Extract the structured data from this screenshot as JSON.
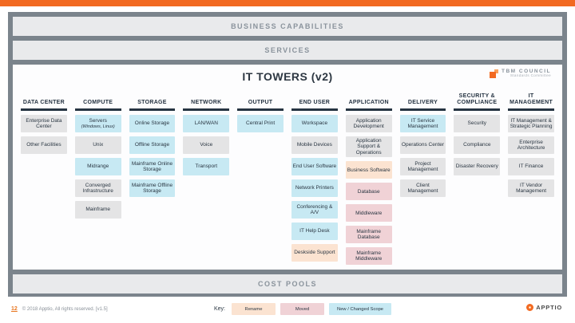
{
  "bands": {
    "business_capabilities": "BUSINESS CAPABILITIES",
    "services": "SERVICES",
    "cost_pools": "COST POOLS"
  },
  "towers_section": {
    "title": "IT TOWERS (v2)",
    "logo_text": "TBM COUNCIL",
    "logo_subtext": "Standards Committee"
  },
  "colors": {
    "accent_orange": "#f26a22",
    "frame_slate": "#7b848c",
    "band_gray": "#e9eaec",
    "cell_gray": "#e4e4e5",
    "cell_blue_new_changed_scope": "#c7e9f3",
    "cell_peach_rename": "#fbe3d1",
    "cell_pink_moved": "#f0d2d6",
    "text_dark": "#2a3642"
  },
  "towers": [
    {
      "name": "DATA CENTER",
      "cells": [
        {
          "label": "Enterprise Data Center",
          "status": "none"
        },
        {
          "label": "Other Facilities",
          "status": "none"
        }
      ]
    },
    {
      "name": "COMPUTE",
      "cells": [
        {
          "label": "Servers",
          "sublabel": "(Windows, Linux)",
          "status": "new-changed"
        },
        {
          "label": "Unix",
          "status": "none"
        },
        {
          "label": "Midrange",
          "status": "new-changed"
        },
        {
          "label": "Converged Infrastructure",
          "status": "none"
        },
        {
          "label": "Mainframe",
          "status": "none"
        }
      ]
    },
    {
      "name": "STORAGE",
      "cells": [
        {
          "label": "Online Storage",
          "status": "new-changed"
        },
        {
          "label": "Offline Storage",
          "status": "new-changed"
        },
        {
          "label": "Mainframe Online Storage",
          "status": "new-changed"
        },
        {
          "label": "Mainframe Offline Storage",
          "status": "new-changed"
        }
      ]
    },
    {
      "name": "NETWORK",
      "cells": [
        {
          "label": "LAN/WAN",
          "status": "new-changed"
        },
        {
          "label": "Voice",
          "status": "none"
        },
        {
          "label": "Transport",
          "status": "new-changed"
        }
      ]
    },
    {
      "name": "OUTPUT",
      "cells": [
        {
          "label": "Central Print",
          "status": "new-changed"
        }
      ]
    },
    {
      "name": "END USER",
      "cells": [
        {
          "label": "Workspace",
          "status": "new-changed"
        },
        {
          "label": "Mobile Devices",
          "status": "none"
        },
        {
          "label": "End User Software",
          "status": "new-changed"
        },
        {
          "label": "Network Printers",
          "status": "new-changed"
        },
        {
          "label": "Conferencing & A/V",
          "status": "new-changed"
        },
        {
          "label": "IT Help Desk",
          "status": "new-changed"
        },
        {
          "label": "Deskside Support",
          "status": "rename"
        }
      ]
    },
    {
      "name": "APPLICATION",
      "cells": [
        {
          "label": "Application Development",
          "status": "none"
        },
        {
          "label": "Application Support & Operations",
          "status": "none"
        },
        {
          "label": "Business Software",
          "status": "rename"
        },
        {
          "label": "Database",
          "status": "moved"
        },
        {
          "label": "Middleware",
          "status": "moved"
        },
        {
          "label": "Mainframe Database",
          "status": "moved"
        },
        {
          "label": "Mainframe Middleware",
          "status": "moved"
        }
      ]
    },
    {
      "name": "DELIVERY",
      "cells": [
        {
          "label": "IT Service Management",
          "status": "new-changed"
        },
        {
          "label": "Operations Center",
          "status": "none"
        },
        {
          "label": "Project Management",
          "status": "none"
        },
        {
          "label": "Client Management",
          "status": "none"
        }
      ]
    },
    {
      "name": "SECURITY & COMPLIANCE",
      "cells": [
        {
          "label": "Security",
          "status": "none"
        },
        {
          "label": "Compliance",
          "status": "none"
        },
        {
          "label": "Disaster Recovery",
          "status": "none"
        }
      ]
    },
    {
      "name": "IT MANAGEMENT",
      "cells": [
        {
          "label": "IT Management & Strategic Planning",
          "status": "none"
        },
        {
          "label": "Enterprise Architecture",
          "status": "none"
        },
        {
          "label": "IT Finance",
          "status": "none"
        },
        {
          "label": "IT Vendor Management",
          "status": "none"
        }
      ]
    }
  ],
  "legend": {
    "label": "Key:",
    "items": [
      {
        "label": "Rename",
        "status": "rename"
      },
      {
        "label": "Moved",
        "status": "moved"
      },
      {
        "label": "New / Changed Scope",
        "status": "new-changed"
      }
    ]
  },
  "footer": {
    "page_number": "12",
    "copyright": "© 2018 Apptio, All rights reserved. [v1.5]",
    "brand": "APPTIO"
  }
}
